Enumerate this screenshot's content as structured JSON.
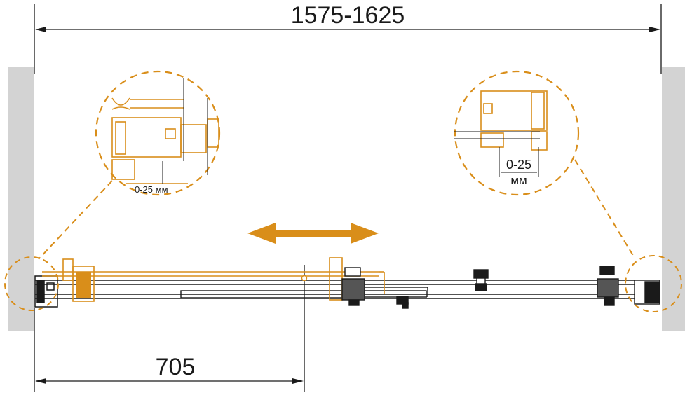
{
  "dimensions": {
    "total_width_label": "1575-1625",
    "door_width_label": "705"
  },
  "callouts": {
    "left_detail": {
      "adjust_label": "0-25 мм"
    },
    "right_detail": {
      "adjust_label": "0-25",
      "unit_label": "мм"
    }
  },
  "colors": {
    "accent": "#d98e1a",
    "line": "#1a1a1a",
    "wall": "#d3d3d3"
  },
  "icons": {
    "slide_direction": "double-arrow-icon"
  }
}
